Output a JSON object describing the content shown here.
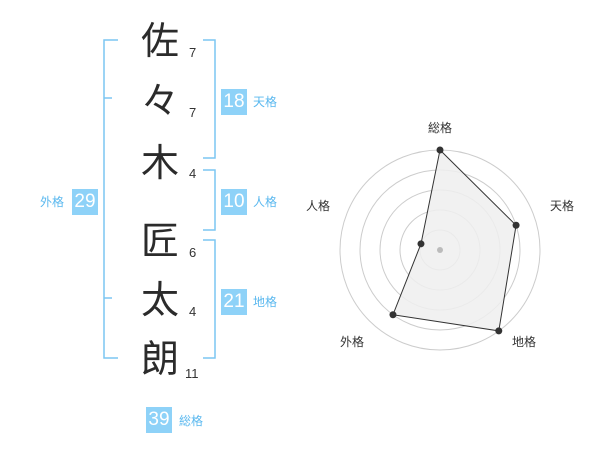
{
  "name": {
    "chars": [
      {
        "char": "佐",
        "strokes": "7"
      },
      {
        "char": "々",
        "strokes": "7"
      },
      {
        "char": "木",
        "strokes": "4"
      },
      {
        "char": "匠",
        "strokes": "6"
      },
      {
        "char": "太",
        "strokes": "4"
      },
      {
        "char": "朗",
        "strokes": "11"
      }
    ]
  },
  "fortune": {
    "tenkaku": {
      "value": "18",
      "label": "天格"
    },
    "jinkaku": {
      "value": "10",
      "label": "人格"
    },
    "chikaku": {
      "value": "21",
      "label": "地格"
    },
    "gaikaku": {
      "value": "29",
      "label": "外格"
    },
    "soukaku": {
      "value": "39",
      "label": "総格"
    }
  },
  "colors": {
    "accent": "#8ed2f8",
    "bracket": "#7cc6f2",
    "label": "#5ab8ef",
    "radar_fill": "#eeeeee",
    "radar_grid": "#cccccc"
  },
  "chart_data": {
    "type": "radar",
    "axes": [
      "総格",
      "天格",
      "地格",
      "外格",
      "人格"
    ],
    "values": [
      5,
      4,
      5,
      4,
      1
    ],
    "max": 5,
    "rings": 5
  }
}
